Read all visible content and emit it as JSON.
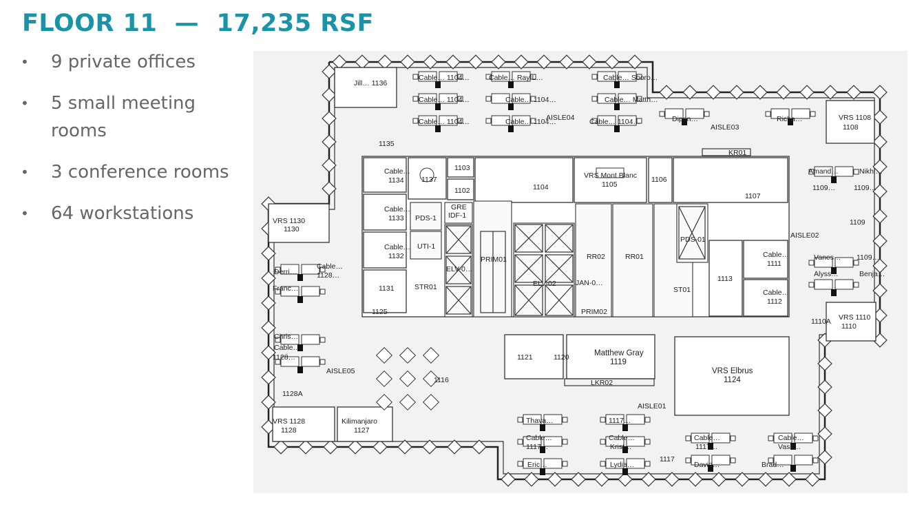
{
  "header": {
    "title": "FLOOR 11  —  17,235 RSF",
    "title_color": "#1a93a8"
  },
  "bullets": [
    "9 private offices",
    "5 small meeting rooms",
    "3 conference rooms",
    "64 workstations"
  ],
  "floorplan": {
    "labels": {
      "r1136": "Jill… 1136",
      "ws_top": [
        "Cable… 1104…",
        "Cable… 1104…",
        "Cable… 1104…",
        "Cable… Ray L…",
        "Cable… 1104…",
        "Cable… 1104…",
        "Cable… Sooro…",
        "Cable… Matth…",
        "Cable… 1104…"
      ],
      "aisle04": "AISLE04",
      "aisle03": "AISLE03",
      "dipan": "Dipan…",
      "richa": "Richa…",
      "vrs1108": "VRS 1108",
      "n1108": "1108",
      "n1135": "1135",
      "kr01": "KR01",
      "cable1134": "Cable…",
      "n1134": "1134",
      "n1137": "1137",
      "n1103": "1103",
      "n1102": "1102",
      "n1104": "1104",
      "vrs_mont_blanc": "VRS Mont Blanc",
      "n1105": "1105",
      "n1106": "1106",
      "n1107": "1107",
      "amand": "Amand…",
      "nikhi": "Nikhi…",
      "n1109a": "1109…",
      "n1109b": "1109…",
      "n1109": "1109",
      "vrs1130": "VRS 1130",
      "n1130": "1130",
      "cable1133": "Cable…",
      "n1133": "1133",
      "pds1": "PDS-1",
      "gre": "GRE",
      "idf1": "IDF-1",
      "pds01": "PDS-01",
      "aisle02": "AISLE02",
      "cable1132": "Cable…",
      "n1132": "1132",
      "uti1": "UTI-1",
      "elv0": "ELV-0…",
      "prim01": "PRIM01",
      "rr02": "RR02",
      "rr01": "RR01",
      "n1113": "1113",
      "cable1111": "Cable…",
      "n1111": "1111",
      "vanes": "Vanes…",
      "n1109c": "1109…",
      "alyss": "Alyss…",
      "benja": "Benja…",
      "derri": "Derri…",
      "cable1128": "Cable…",
      "n1128a_top": "1128…",
      "franc": "Franc…",
      "n1131": "1131",
      "str01": "STR01",
      "elv02": "ELV-02",
      "jan0": "JAN-0…",
      "st01": "ST01",
      "cable1112": "Cable…",
      "n1112": "1112",
      "n1125": "1125",
      "prim02": "PRIM02",
      "n1110a": "1110A",
      "vrs1110": "VRS 1110",
      "n1110": "1110",
      "chris": "Chris…",
      "cable_left": "Cable…",
      "n1128b": "1128…",
      "aisle05": "AISLE05",
      "n1121": "1121",
      "n1120": "1120",
      "matthew_gray": "Matthew Gray",
      "n1119": "1119",
      "vrs_elbrus": "VRS Elbrus",
      "n1124": "1124",
      "n1116": "1116",
      "lkr02": "LKR02",
      "n1128A": "1128A",
      "aisle01": "AISLE01",
      "vrs1128": "VRS 1128",
      "n1128": "1128",
      "kilimanjaro": "Kilimanjaro",
      "n1127": "1127",
      "thava": "Thava…",
      "cable_b1": "Cable…",
      "n1117a": "1117…",
      "n1117b": "1117…",
      "cable_b2": "Cable…",
      "krist": "Krist…",
      "cable_b3": "Cable…",
      "n1117c": "1117…",
      "cable_b4": "Cable…",
      "vass": "Vass…",
      "n1117": "1117",
      "eric": "Eric…",
      "lydia": "Lydia…",
      "david": "David…",
      "brad": "Brad…"
    }
  }
}
